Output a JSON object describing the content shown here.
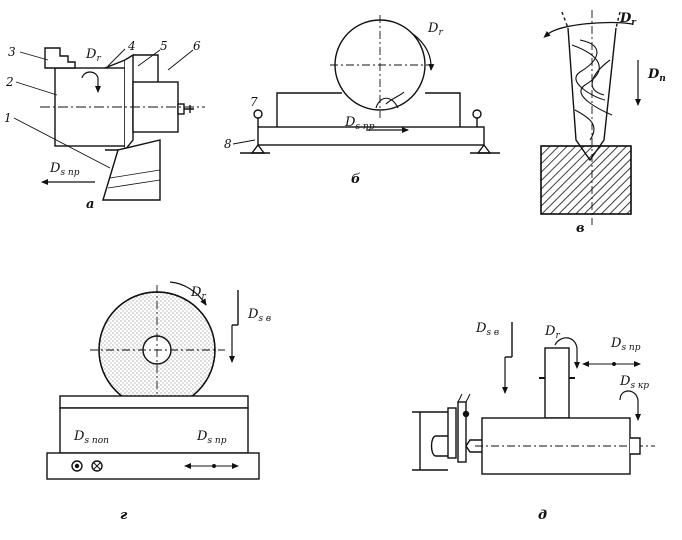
{
  "figure_a": {
    "caption": "а",
    "parts": [
      "1",
      "2",
      "3",
      "4",
      "5",
      "6"
    ],
    "rotation": {
      "main": "D",
      "sub": "r"
    },
    "feed": {
      "main": "D",
      "sub": "s пр"
    }
  },
  "figure_b": {
    "caption": "б",
    "parts": [
      "7",
      "8"
    ],
    "rotation": {
      "main": "D",
      "sub": "r"
    },
    "feed": {
      "main": "D",
      "sub": "s пр"
    }
  },
  "figure_v": {
    "caption": "в",
    "rotation": {
      "main": "D",
      "sub": "r"
    },
    "feed": {
      "main": "D",
      "sub": "п"
    }
  },
  "figure_g": {
    "caption": "г",
    "rotation": {
      "main": "D",
      "sub": "r"
    },
    "vertical_feed": {
      "main": "D",
      "sub": "s в"
    },
    "cross_feed": {
      "main": "D",
      "sub": "s поп"
    },
    "long_feed": {
      "main": "D",
      "sub": "s пр"
    }
  },
  "figure_d": {
    "caption": "д",
    "vertical_feed": {
      "main": "D",
      "sub": "s в"
    },
    "rotation": {
      "main": "D",
      "sub": "r"
    },
    "long_feed": {
      "main": "D",
      "sub": "s пр"
    },
    "circular_feed": {
      "main": "D",
      "sub": "s кр"
    }
  }
}
